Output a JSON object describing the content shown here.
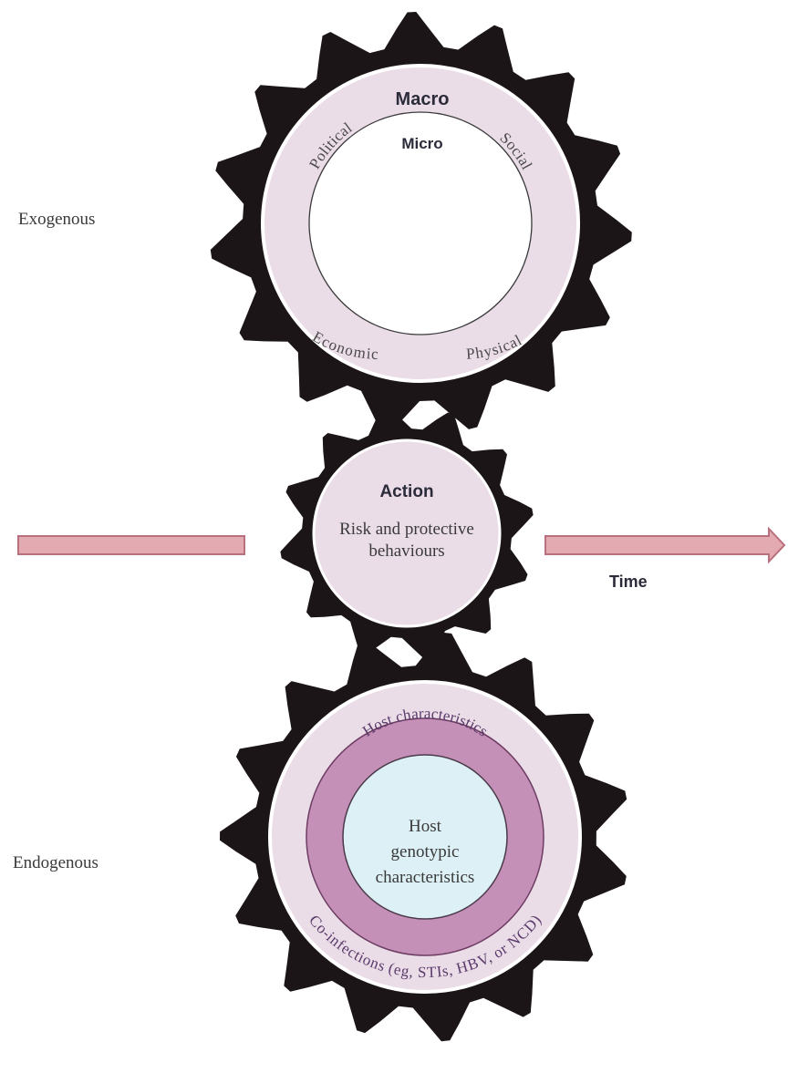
{
  "labels": {
    "exogenous": "Exogenous",
    "endogenous": "Endogenous",
    "time": "Time"
  },
  "top_gear": {
    "outer_label": "Macro",
    "inner_label": "Micro",
    "quadrants": [
      "Political",
      "Social",
      "Economic",
      "Physical"
    ]
  },
  "middle_gear": {
    "title": "Action",
    "body_line1": "Risk and protective",
    "body_line2": "behaviours"
  },
  "bottom_gear": {
    "ring_label": "Host characteristics",
    "center_line1": "Host",
    "center_line2": "genotypic",
    "center_line3": "characteristics",
    "outer_ring_label": "Co-infections (eg, STIs, HBV, or NCD)"
  },
  "colors": {
    "gear": "#1c1517",
    "light_purple": "#ebdde8",
    "mid_purple": "#c590b8",
    "light_blue": "#dcf0f5",
    "arrow_fill": "#e3aab2",
    "arrow_stroke": "#b8707c"
  }
}
